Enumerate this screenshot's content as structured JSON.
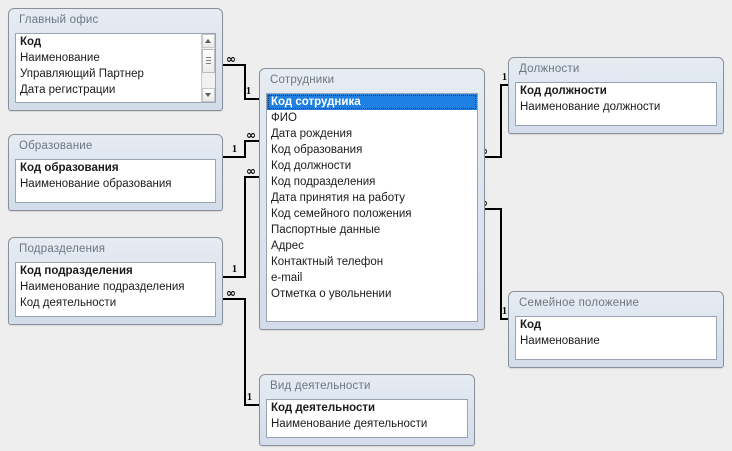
{
  "canvas": {
    "background_color": "#efeeee",
    "title": "Access Relationships Diagram"
  },
  "tables": [
    {
      "id": "head_office",
      "title": "Главный офис",
      "has_scrollbar": true,
      "fields": [
        {
          "label": "Код",
          "pk": true,
          "selected": false
        },
        {
          "label": "Наименование",
          "pk": false,
          "selected": false
        },
        {
          "label": "Управляющий Партнер",
          "pk": false,
          "selected": false
        },
        {
          "label": "Дата регистрации",
          "pk": false,
          "selected": false
        }
      ]
    },
    {
      "id": "education",
      "title": "Образование",
      "has_scrollbar": false,
      "fields": [
        {
          "label": "Код образования",
          "pk": true,
          "selected": false
        },
        {
          "label": "Наименование образования",
          "pk": false,
          "selected": false
        }
      ]
    },
    {
      "id": "divisions",
      "title": "Подразделения",
      "has_scrollbar": false,
      "fields": [
        {
          "label": "Код подразделения",
          "pk": true,
          "selected": false
        },
        {
          "label": "Наименование подразделения",
          "pk": false,
          "selected": false
        },
        {
          "label": "Код деятельности",
          "pk": false,
          "selected": false
        }
      ]
    },
    {
      "id": "employees",
      "title": "Сотрудники",
      "has_scrollbar": false,
      "fields": [
        {
          "label": "Код сотрудника",
          "pk": true,
          "selected": true
        },
        {
          "label": "ФИО",
          "pk": false,
          "selected": false
        },
        {
          "label": "Дата рождения",
          "pk": false,
          "selected": false
        },
        {
          "label": "Код образования",
          "pk": false,
          "selected": false
        },
        {
          "label": "Код должности",
          "pk": false,
          "selected": false
        },
        {
          "label": "Код подразделения",
          "pk": false,
          "selected": false
        },
        {
          "label": "Дата принятия на работу",
          "pk": false,
          "selected": false
        },
        {
          "label": "Код семейного положения",
          "pk": false,
          "selected": false
        },
        {
          "label": "Паспортные данные",
          "pk": false,
          "selected": false
        },
        {
          "label": "Адрес",
          "pk": false,
          "selected": false
        },
        {
          "label": "Контактный телефон",
          "pk": false,
          "selected": false
        },
        {
          "label": "e-mail",
          "pk": false,
          "selected": false
        },
        {
          "label": "Отметка о увольнении",
          "pk": false,
          "selected": false
        }
      ]
    },
    {
      "id": "positions",
      "title": "Должности",
      "has_scrollbar": false,
      "fields": [
        {
          "label": "Код должности",
          "pk": true,
          "selected": false
        },
        {
          "label": "Наименование должности",
          "pk": false,
          "selected": false
        }
      ]
    },
    {
      "id": "marital_status",
      "title": "Семейное положение",
      "has_scrollbar": false,
      "fields": [
        {
          "label": "Код",
          "pk": true,
          "selected": false
        },
        {
          "label": "Наименование",
          "pk": false,
          "selected": false
        }
      ]
    },
    {
      "id": "activity_type",
      "title": "Вид деятельности",
      "has_scrollbar": false,
      "fields": [
        {
          "label": "Код деятельности",
          "pk": true,
          "selected": false
        },
        {
          "label": "Наименование деятельности",
          "pk": false,
          "selected": false
        }
      ]
    }
  ],
  "relationships": [
    {
      "id": "rel_office_employees",
      "from_table": "Главный офис",
      "to_table": "Сотрудники",
      "from_cardinality": "∞",
      "to_cardinality": "1"
    },
    {
      "id": "rel_education_employees",
      "from_table": "Образование",
      "to_table": "Сотрудники",
      "from_cardinality": "1",
      "to_cardinality": "∞"
    },
    {
      "id": "rel_divisions_employees",
      "from_table": "Подразделения",
      "to_table": "Сотрудники",
      "from_cardinality": "1",
      "to_cardinality": "∞"
    },
    {
      "id": "rel_divisions_activity",
      "from_table": "Подразделения",
      "to_table": "Вид деятельности",
      "from_cardinality": "∞",
      "to_cardinality": "1"
    },
    {
      "id": "rel_employees_positions",
      "from_table": "Сотрудники",
      "to_table": "Должности",
      "from_cardinality": "∞",
      "to_cardinality": "1"
    },
    {
      "id": "rel_employees_marital",
      "from_table": "Сотрудники",
      "to_table": "Семейное положение",
      "from_cardinality": "∞",
      "to_cardinality": "1"
    }
  ],
  "cardinality_labels": {
    "one": "1",
    "many": "∞"
  },
  "scrollbar": {
    "up_arrow": "scroll-up-arrow",
    "down_arrow": "scroll-down-arrow",
    "thumb": "scroll-thumb"
  },
  "colors": {
    "selection": "#1e80e3",
    "table_border": "#8a9099",
    "title_text": "#6d7682",
    "line": "#000000",
    "background": "#efeeee"
  }
}
